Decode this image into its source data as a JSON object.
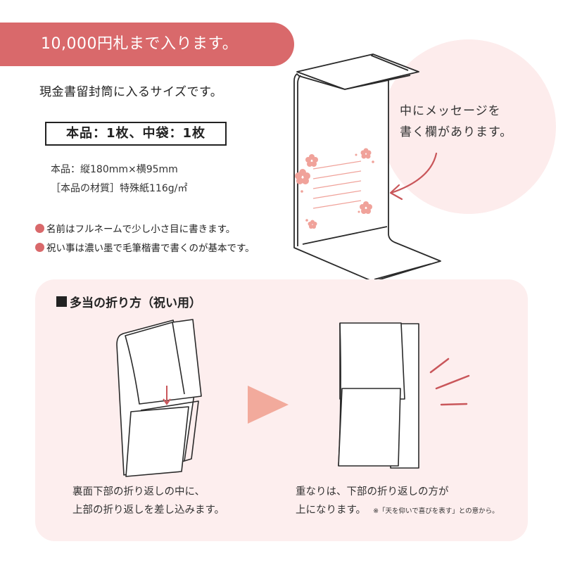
{
  "header": {
    "banner_text": "10,000円札まで入ります。",
    "subtitle": "現金書留封筒に入るサイズです。"
  },
  "contents_box": "本品：1枚、中袋：1枚",
  "specs": {
    "size": "本品：縦180mm×横95mm",
    "material": "［本品の材質］特殊紙116g/㎡"
  },
  "notes": [
    "名前はフルネームで少し小さ目に書きます。",
    "祝い事は濃い墨で毛筆楷書で書くのが基本です。"
  ],
  "callout": {
    "line1": "中にメッセージを",
    "line2": "書く欄があります。"
  },
  "folding_section": {
    "title": "多当の折り方（祝い用）",
    "step1_caption_line1": "裏面下部の折り返しの中に、",
    "step1_caption_line2": "上部の折り返しを差し込みます。",
    "step2_caption_line1": "重なりは、下部の折り返しの方が",
    "step2_caption_line2": "上になります。",
    "step2_footnote": "※「天を仰いで喜びを表す」との意から。"
  },
  "colors": {
    "accent": "#d9696b",
    "panel_bg": "#fdeeee",
    "arrow_triangle": "#f2aa9c",
    "flower": "#f0a29a"
  }
}
